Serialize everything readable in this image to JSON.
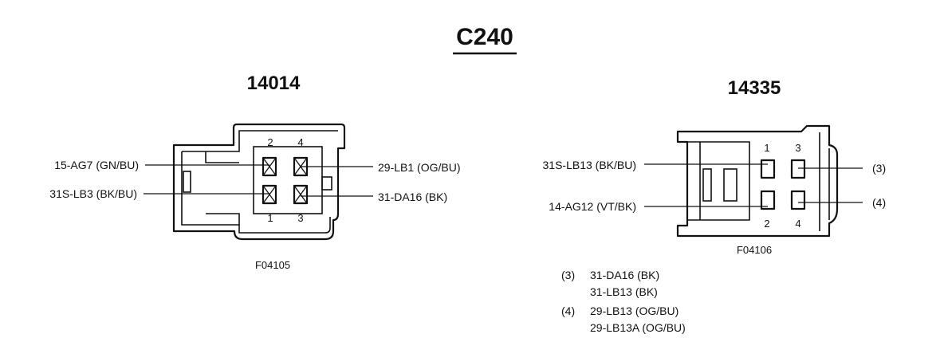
{
  "diagram": {
    "title": "C240",
    "left_connector": {
      "part_number": "14014",
      "figure_code": "F04105",
      "wires": {
        "pin2": "15-AG7 (GN/BU)",
        "pin1": "31S-LB3 (BK/BU)",
        "pin4": "29-LB1 (OG/BU)",
        "pin3": "31-DA16 (BK)"
      },
      "pin_numbers": {
        "p2": "2",
        "p4": "4",
        "p1": "1",
        "p3": "3"
      }
    },
    "right_connector": {
      "part_number": "14335",
      "figure_code": "F04106",
      "wires": {
        "pin1": "31S-LB13 (BK/BU)",
        "pin2": "14-AG12 (VT/BK)",
        "pin3": "(3)",
        "pin4": "(4)"
      },
      "pin_numbers": {
        "p1": "1",
        "p3": "3",
        "p2": "2",
        "p4": "4"
      }
    },
    "notes": [
      {
        "ref": "(3)",
        "lines": [
          "31-DA16 (BK)",
          "31-LB13 (BK)"
        ]
      },
      {
        "ref": "(4)",
        "lines": [
          "29-LB13 (OG/BU)",
          "29-LB13A (OG/BU)"
        ]
      }
    ]
  }
}
